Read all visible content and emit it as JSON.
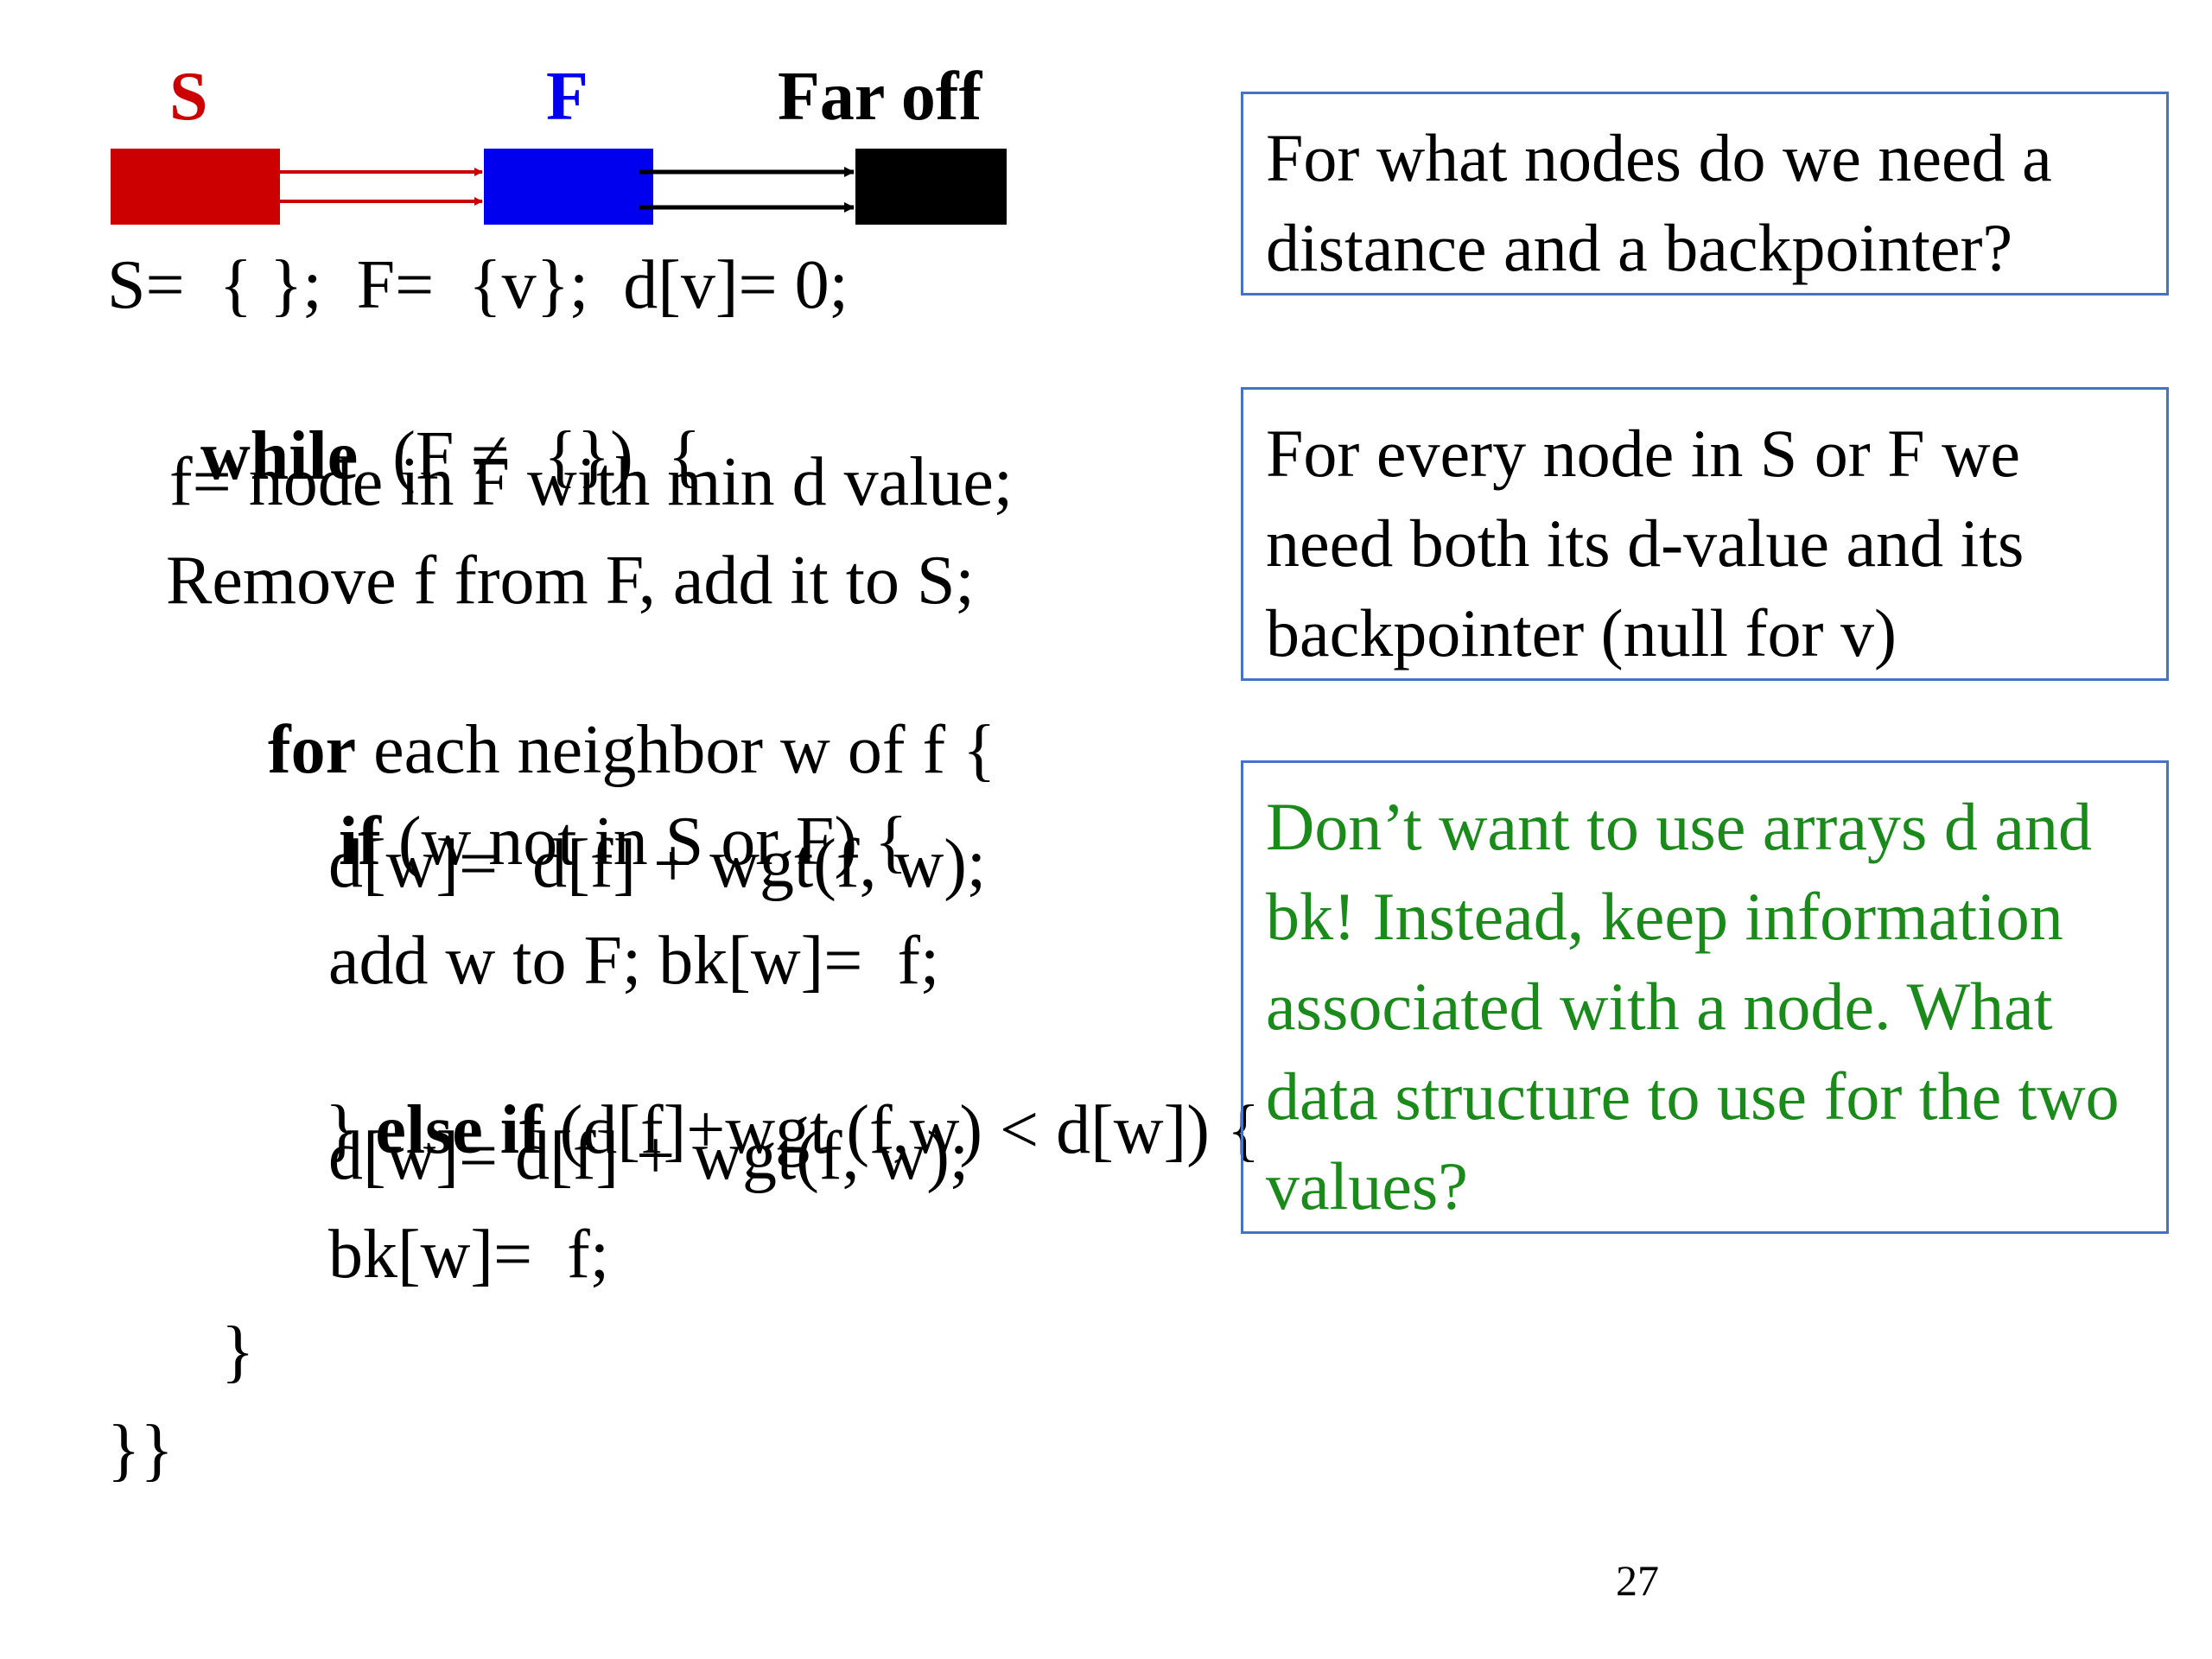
{
  "diagram": {
    "labels": {
      "s": "S",
      "f": "F",
      "far": "Far off"
    },
    "colors": {
      "s": "#cc0000",
      "f": "#0000ee",
      "far": "#000000"
    }
  },
  "code": {
    "init": "S=  { };  F=  {v};  d[v]= 0;",
    "while_kw": "while",
    "while_rest": "  (F ≠  {})  {",
    "line_min": "f= node in F with min d value;",
    "line_remove": "Remove f from F, add it to S;",
    "for_kw": "for",
    "for_rest": " each neighbor w of f {",
    "if_kw": "if",
    "if_rest": " (w not in S or F) {",
    "assign1": "d[w]=  d[f] + wgt(f, w);",
    "addw": "add w to F; bk[w]=  f;",
    "elseif_open": "} ",
    "elseif_kw": "else if",
    "elseif_rest": " (d[f]+wgt (f,w) < d[w]) {",
    "assign2": "d[w]= d[f] + wgt(f, w);",
    "bk": "bk[w]=  f;",
    "close_inner": "}",
    "close_outer": "}}"
  },
  "panels": {
    "q1": "For what nodes do we need a distance and a backpointer?",
    "a1": "For every node in S or F we need both its d-value and its backpointer (null for v)",
    "note": "Don’t want to use arrays d and bk! Instead, keep information associated with a node. What data structure to use for the two values?"
  },
  "page_number": "27"
}
